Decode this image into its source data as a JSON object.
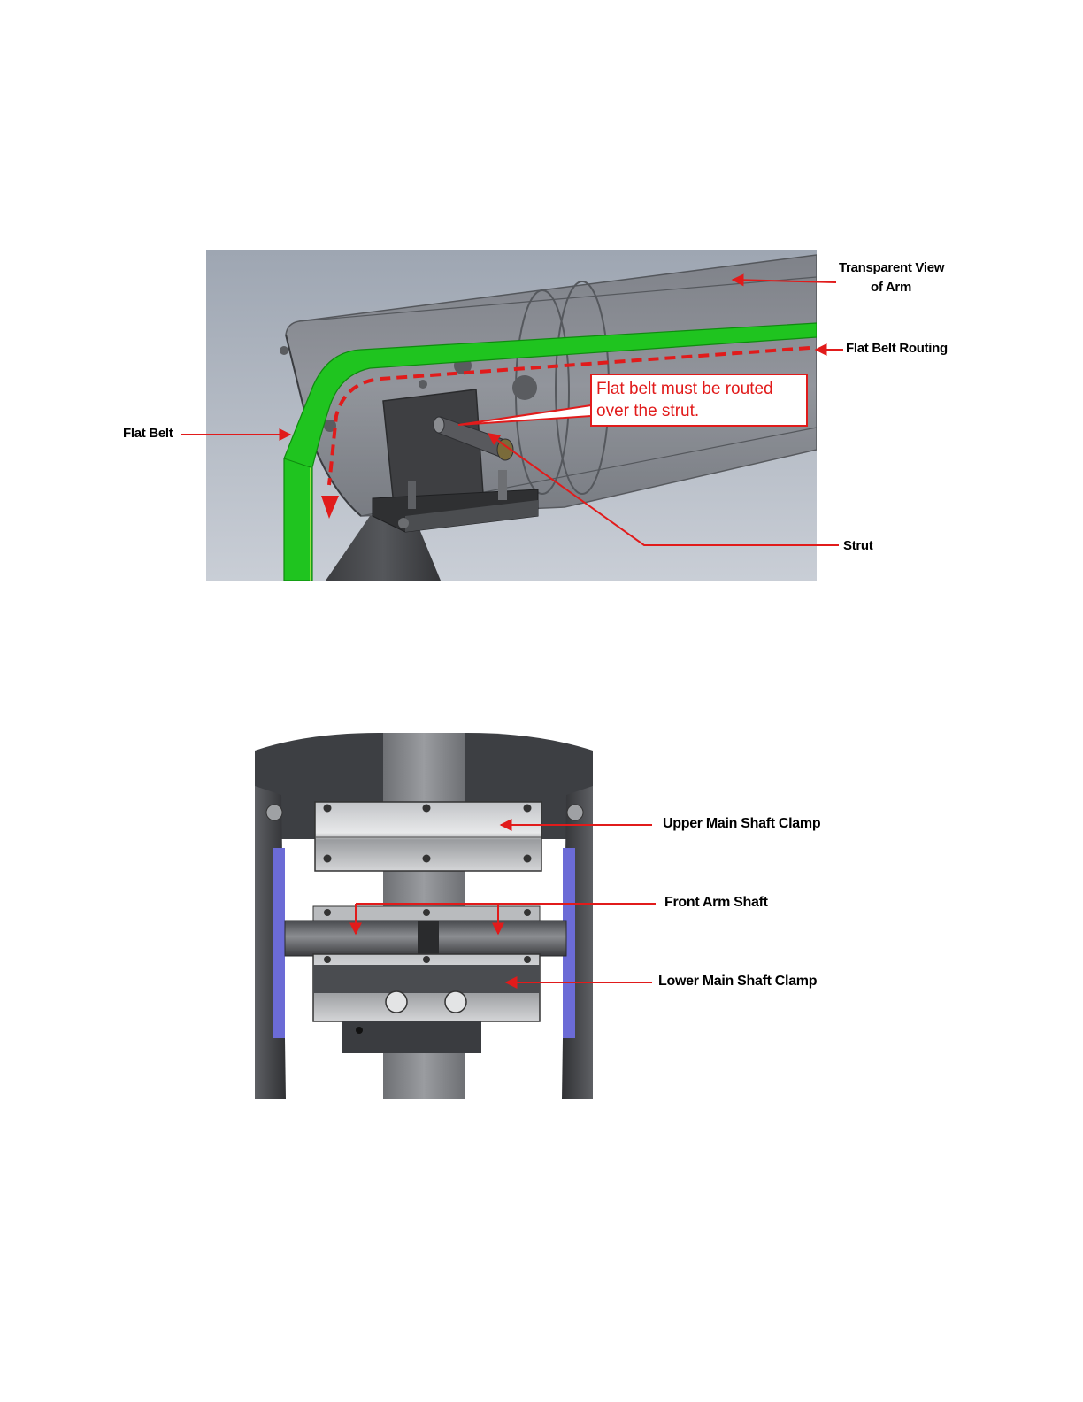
{
  "figure1": {
    "labels": {
      "transparent_view_line1": "Transparent View",
      "transparent_view_line2": "of Arm",
      "flat_belt_routing": "Flat Belt Routing",
      "flat_belt": "Flat Belt",
      "strut": "Strut"
    },
    "callout": {
      "line1": "Flat belt must be routed",
      "line2": "over the strut."
    }
  },
  "figure2": {
    "labels": {
      "upper_main_shaft_clamp": "Upper Main Shaft Clamp",
      "front_arm_shaft": "Front Arm Shaft",
      "lower_main_shaft_clamp": "Lower Main Shaft Clamp"
    }
  },
  "colors": {
    "belt_green": "#1fc41f",
    "annotation_red": "#e11b1b",
    "housing_blue": "#6b6bd6"
  }
}
